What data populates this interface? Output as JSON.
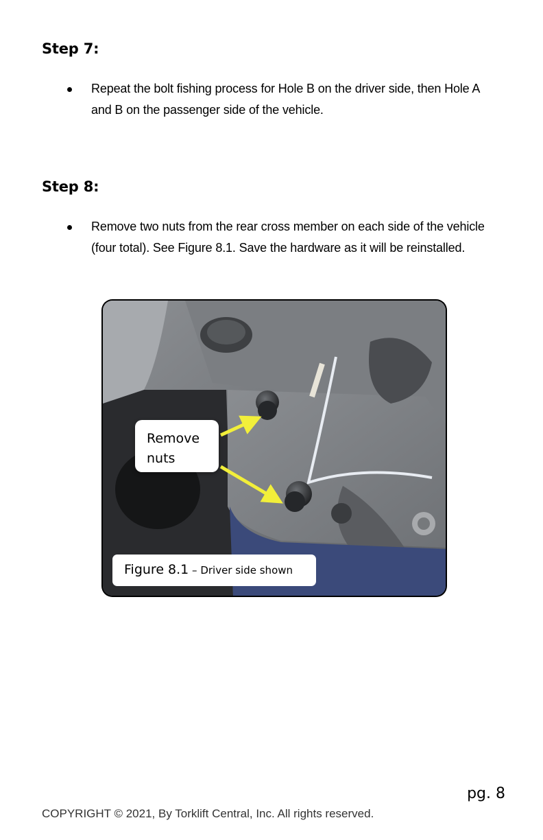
{
  "steps": [
    {
      "heading": "Step 7:",
      "bullets": [
        "Repeat the bolt fishing process for Hole B on the driver side, then Hole A and B on the passenger side of the vehicle."
      ]
    },
    {
      "heading": "Step 8:",
      "bullets": [
        "Remove two nuts from the rear cross member on each side of the vehicle (four total). See Figure 8.1.  Save the hardware as it will be reinstalled."
      ]
    }
  ],
  "figure": {
    "callout_line1": "Remove",
    "callout_line2": "nuts",
    "caption_main": "Figure 8.1",
    "caption_sub": " – Driver side shown",
    "arrow_color": "#f2ef3a"
  },
  "footer": {
    "page_number": "pg. 8",
    "copyright": "COPYRIGHT © 2021, By Torklift Central, Inc.  All rights reserved."
  }
}
